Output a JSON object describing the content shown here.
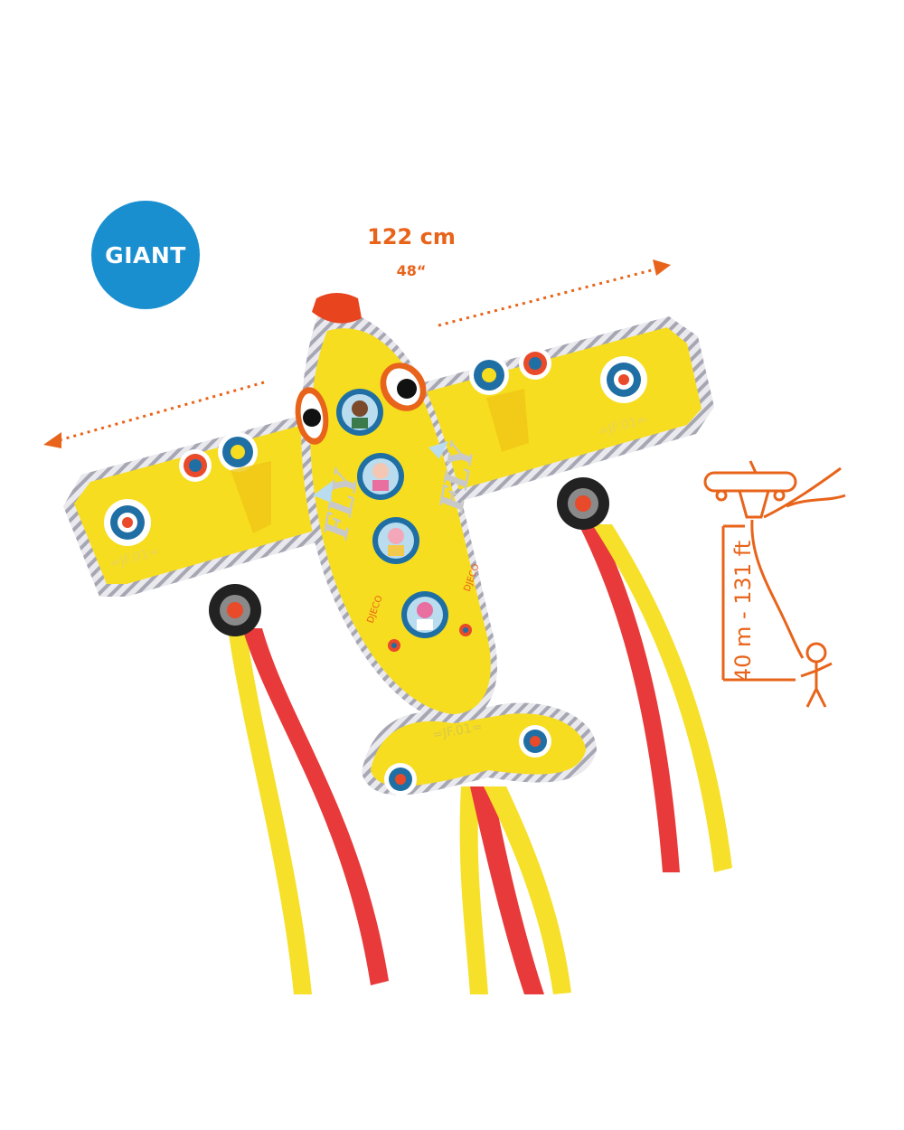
{
  "badge": {
    "label": "GIANT",
    "color": "#1a8fd0"
  },
  "dimensions": {
    "width_metric": "122 cm",
    "width_imperial": "48“",
    "color": "#e8641b"
  },
  "flight_height": {
    "label": "40 m - 131 ft"
  },
  "kite": {
    "body_color": "#f7dd1f",
    "ribbon_red": "#e83a3a",
    "ribbon_yellow": "#f6e02a",
    "fuselage_text": "FLY",
    "registration": "=JF.01=",
    "brand": "DJECO"
  }
}
